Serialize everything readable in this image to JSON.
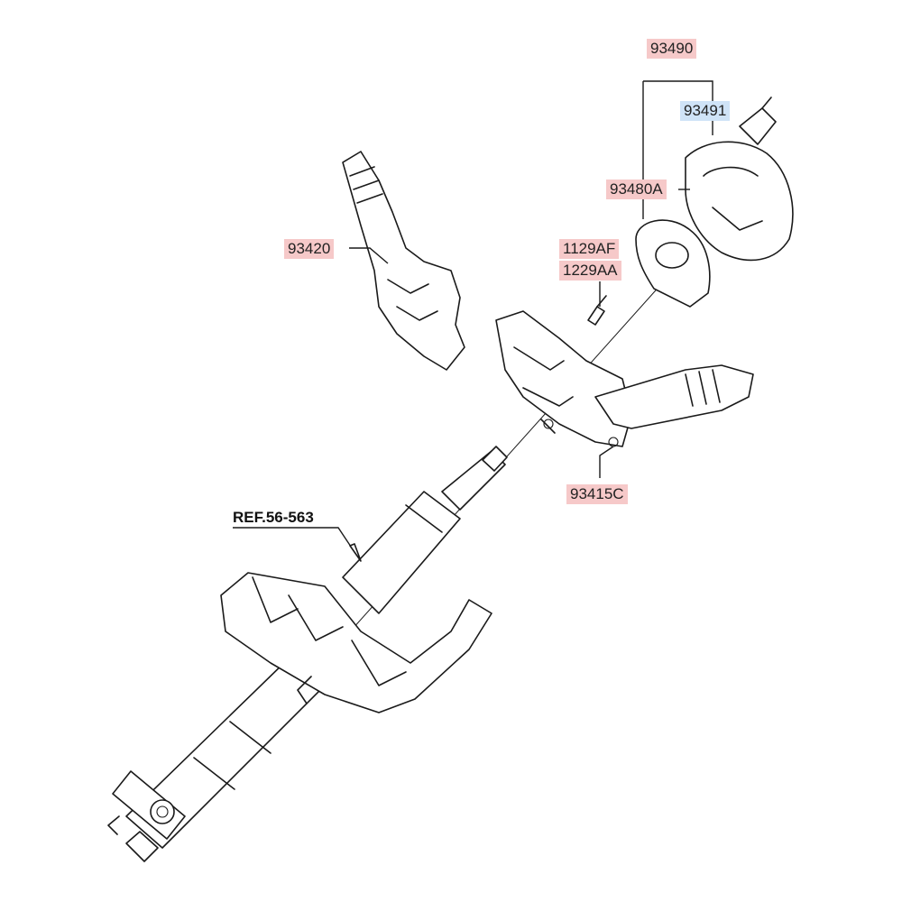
{
  "colors": {
    "highlight_red": "#f6c9c9",
    "highlight_blue": "#cfe3f7"
  },
  "labels": {
    "p93490": "93490",
    "p93491": "93491",
    "p93480A": "93480A",
    "p93420": "93420",
    "p1129AF": "1129AF",
    "p1229AA": "1229AA",
    "p93415C": "93415C",
    "ref": "REF.56-563"
  }
}
